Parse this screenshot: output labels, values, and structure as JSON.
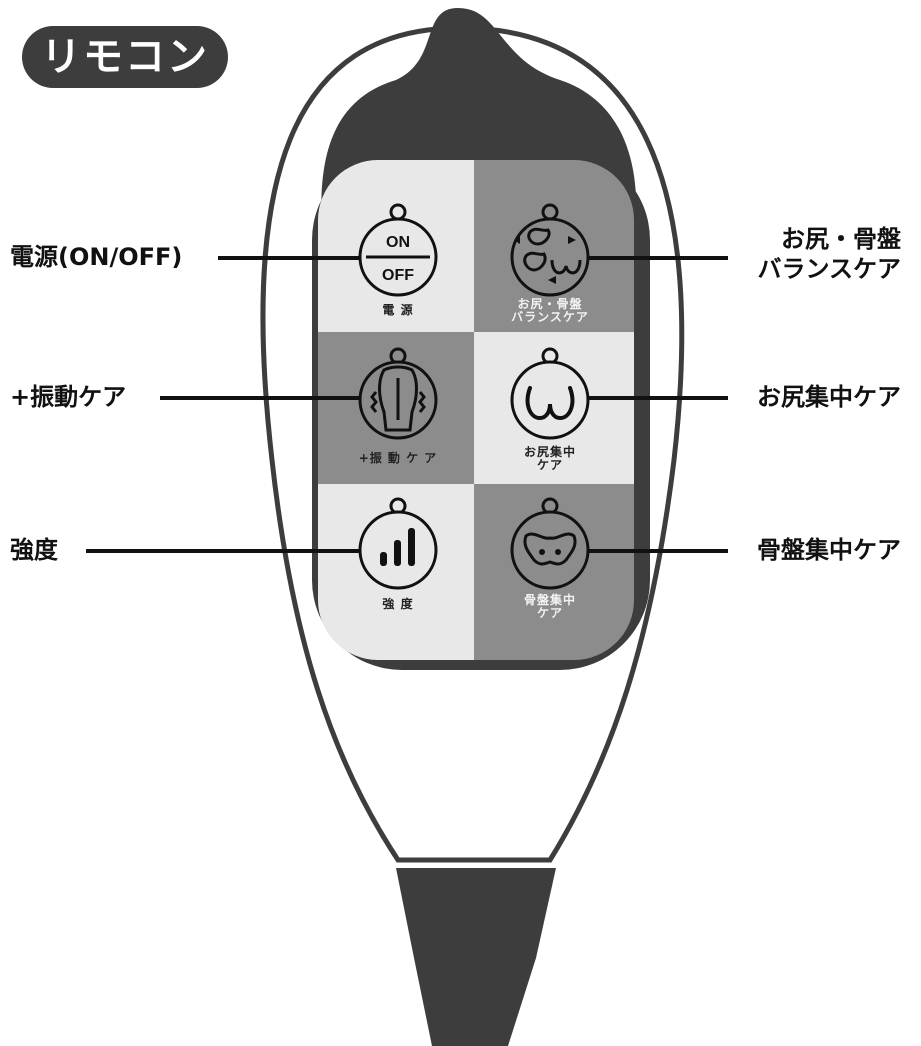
{
  "title": "リモコン",
  "callouts": {
    "power": "電源(ON/OFF)",
    "hip_pelvis_balance_line1": "お尻・骨盤",
    "hip_pelvis_balance_line2": "バランスケア",
    "vibration": "+振動ケア",
    "hip_focus": "お尻集中ケア",
    "strength": "強度",
    "pelvis_focus": "骨盤集中ケア"
  },
  "buttons": {
    "power": {
      "on": "ON",
      "off": "OFF",
      "label": "電 源",
      "icon": "power-on-off-icon"
    },
    "hip_pelvis_balance": {
      "label_line1": "お尻・骨盤",
      "label_line2": "バランスケア",
      "icon": "hip-pelvis-balance-icon"
    },
    "vibration": {
      "label": "+振 動 ケ ア",
      "icon": "vibration-body-icon"
    },
    "hip_focus": {
      "label_line1": "お尻集中",
      "label_line2": "ケア",
      "icon": "hip-icon"
    },
    "strength": {
      "label": "強 度",
      "icon": "signal-bars-icon"
    },
    "pelvis_focus": {
      "label_line1": "骨盤集中",
      "label_line2": "ケア",
      "icon": "pelvis-icon"
    }
  },
  "colors": {
    "dark": "#3d3d3d",
    "panel_light": "#e8e8e8",
    "panel_dark": "#8c8c8c"
  }
}
